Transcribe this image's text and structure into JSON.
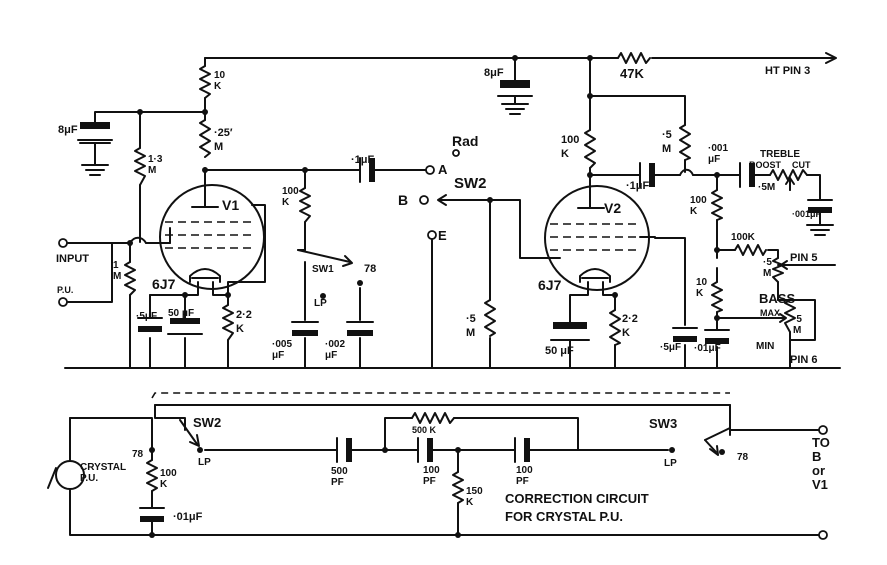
{
  "labels": {
    "ht_pin3": "HT  PIN 3",
    "r_47k": "47K",
    "c_8uf_top": "8μF",
    "c_8uf_left": "8μF",
    "r_10k_top": "10\nK",
    "r_25m": "·25′\nM",
    "r_13m": "1·3\nM",
    "valve_v1": "V1",
    "valve_v2": "V2",
    "type_v1": "6J7",
    "type_v2": "6J7",
    "input": "INPUT",
    "pu": "P.U.",
    "r_1m": "1\nM",
    "c_5uf_left": "·5μF",
    "c_50uf_left": "50 μF",
    "r_22k_left": "2·2\nK",
    "r_100k_mid": "100\nK",
    "c_1uf_coupling": "·1μF",
    "term_a": "A",
    "term_b": "B",
    "term_e": "E",
    "rad": "Rad",
    "sw2_top": "SW2",
    "sw1": "SW1",
    "pos_78_sw1": "78",
    "pos_lp_sw1": "LP",
    "c_005uf": "·005\nμF",
    "c_002uf": "·002\nμF",
    "r_5m_vol": "·5\nM",
    "r_100k_v2": "100\nK",
    "r_5m_v2": "·5\nM",
    "c_1uf_v2": "·1μF",
    "c_50uf_right": "50 μF",
    "r_22k_right": "2·2\nK",
    "c_5uf_right": "·5μF",
    "c_01uf_right": "·01μF",
    "r_100k_tone": "100\nK",
    "r_10k_tone": "10\nK",
    "c_001uf": "·001\nμF",
    "treble": "TREBLE",
    "boost": "BOOST",
    "cut": "CUT",
    "r_5m_treble": "·5M",
    "c_001uf_right": "·001μF",
    "r_100k_bass": "100K",
    "r_5m_mid": "·5\nM",
    "pin5": "PIN 5",
    "bass": "BASS",
    "max": "MAX",
    "min": "MIN",
    "r_5m_bass": "·5\nM",
    "pin6": "PIN 6",
    "sw2_bottom": "SW2",
    "pos_78_bottom": "78",
    "pos_lp_bottom": "LP",
    "crystal_pu": "CRYSTAL\nP.U.",
    "r_100k_bottom": "100\nK",
    "c_01uf_bottom": "·01μF",
    "c_500pf": "500\nPF",
    "r_500k": "500 K",
    "c_100pf_a": "100\nPF",
    "c_100pf_b": "100\nPF",
    "r_150k": "150\nK",
    "lp_right": "LP",
    "sw3": "SW3",
    "pos_78_sw3": "78",
    "correction_title": "CORRECTION  CIRCUIT",
    "correction_sub": "FOR  CRYSTAL  P.U.",
    "to_b_or_v1": "TO\nB\nor\nV1"
  }
}
